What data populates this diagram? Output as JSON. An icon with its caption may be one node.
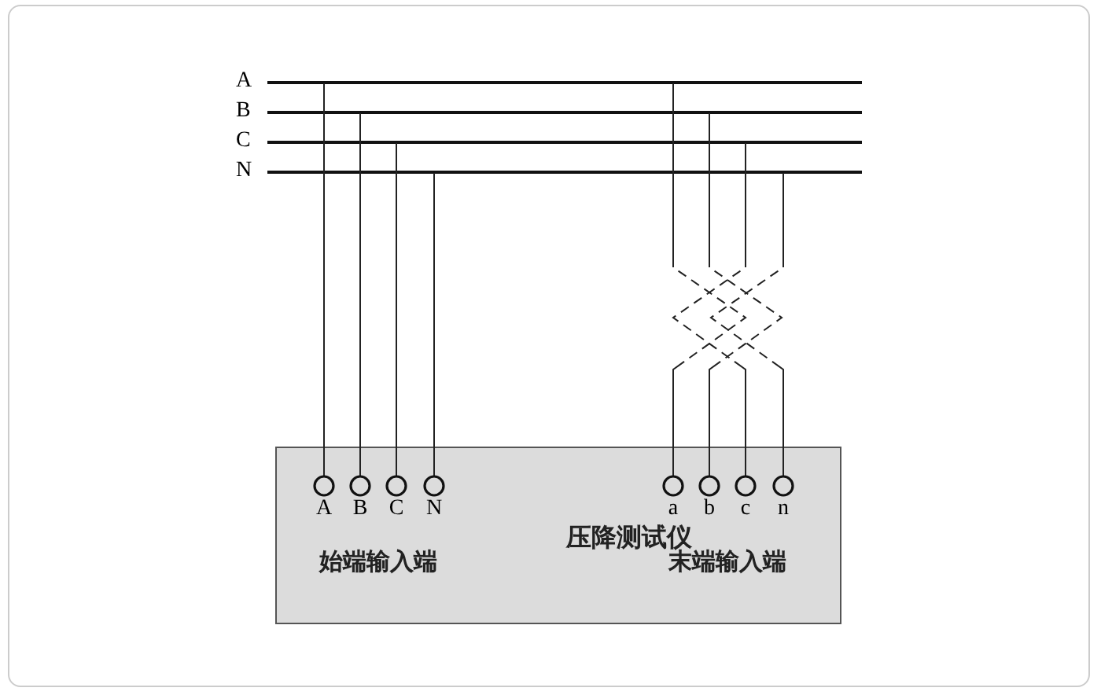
{
  "diagram": {
    "nodes": [
      {
        "text": [
          "A"
        ]
      },
      {
        "text": [
          "B"
        ]
      },
      {
        "text": [
          "C"
        ]
      },
      {
        "text": [
          "N"
        ]
      },
      {
        "text": [
          "压降测试仪",
          "始端输入端",
          "末端输入端"
        ]
      },
      {
        "text": [
          "A"
        ],
        "in": 4
      },
      {
        "text": [
          "B"
        ],
        "in": 4
      },
      {
        "text": [
          "C"
        ],
        "in": 4
      },
      {
        "text": [
          "N"
        ],
        "in": 4
      },
      {
        "text": [
          "a"
        ],
        "in": 4
      },
      {
        "text": [
          "b"
        ],
        "in": 4
      },
      {
        "text": [
          "c"
        ],
        "in": 4
      },
      {
        "text": [
          "n"
        ],
        "in": 4
      }
    ],
    "edges": [
      {
        "from": 0,
        "to": 5,
        "arrow": "none"
      },
      {
        "from": 1,
        "to": 6,
        "arrow": "none"
      },
      {
        "from": 2,
        "to": 7,
        "arrow": "none"
      },
      {
        "from": 3,
        "to": 8,
        "arrow": "none"
      },
      {
        "from": 0,
        "to": 9,
        "arrow": "none",
        "style": "dashed"
      },
      {
        "from": 1,
        "to": 10,
        "arrow": "none",
        "style": "dashed"
      },
      {
        "from": 2,
        "to": 11,
        "arrow": "none",
        "style": "dashed"
      },
      {
        "from": 3,
        "to": 12,
        "arrow": "none",
        "style": "dashed"
      }
    ]
  }
}
